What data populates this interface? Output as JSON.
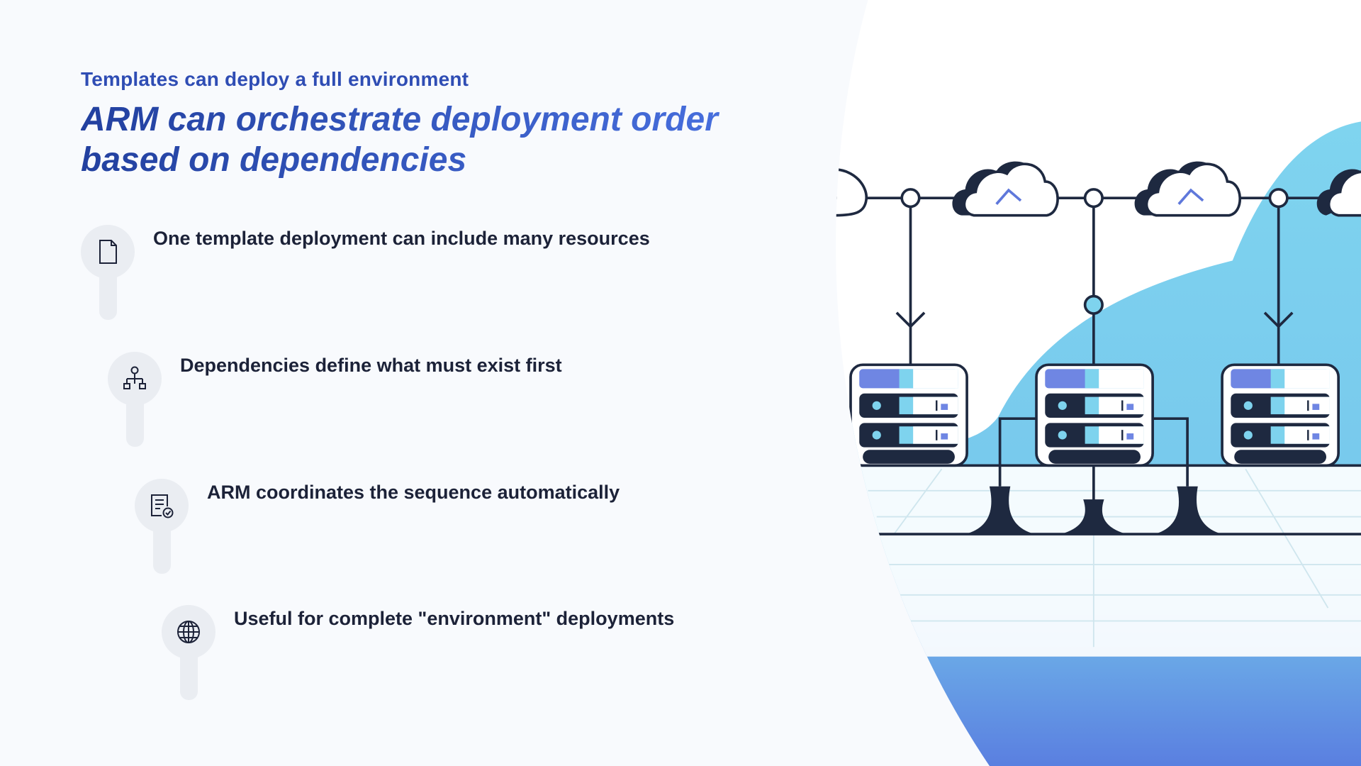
{
  "slide": {
    "kicker": "Templates can deploy a full environment",
    "title": "ARM can orchestrate deployment order based on dependencies",
    "items": [
      {
        "icon": "document-icon",
        "text": "One template deployment can include many resources"
      },
      {
        "icon": "hierarchy-icon",
        "text": "Dependencies define what must exist first"
      },
      {
        "icon": "checklist-icon",
        "text": "ARM coordinates the sequence automatically"
      },
      {
        "icon": "globe-icon",
        "text": "Useful for complete \"environment\" deployments"
      }
    ]
  },
  "colors": {
    "accent": "#2f4db4",
    "text": "#1c2238",
    "sky": "#7ed3ee",
    "navy": "#1e2940",
    "server_blue": "#6f86e3"
  }
}
